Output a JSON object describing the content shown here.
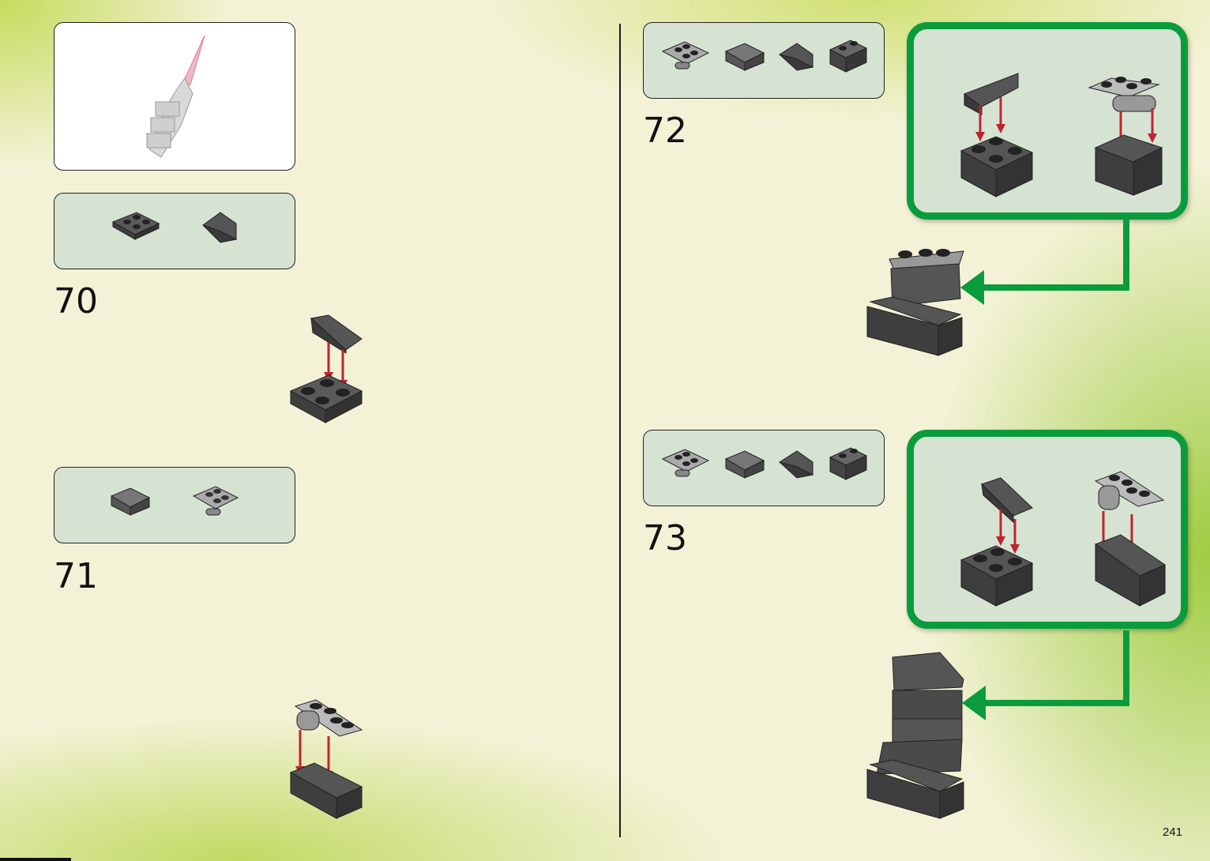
{
  "steps": {
    "s70": "70",
    "s71": "71",
    "s72": "72",
    "s73": "73"
  },
  "page_number": "241",
  "colors": {
    "callout_border": "#0a9c3c",
    "panel_fill": "#d6e3d3",
    "brick_dark": "#4a4a4a",
    "arrow_red": "#c0242c"
  },
  "icons": {
    "preview": "spine-assembly-preview",
    "parts": "brick-part-icons",
    "arrows": "placement-arrows"
  }
}
